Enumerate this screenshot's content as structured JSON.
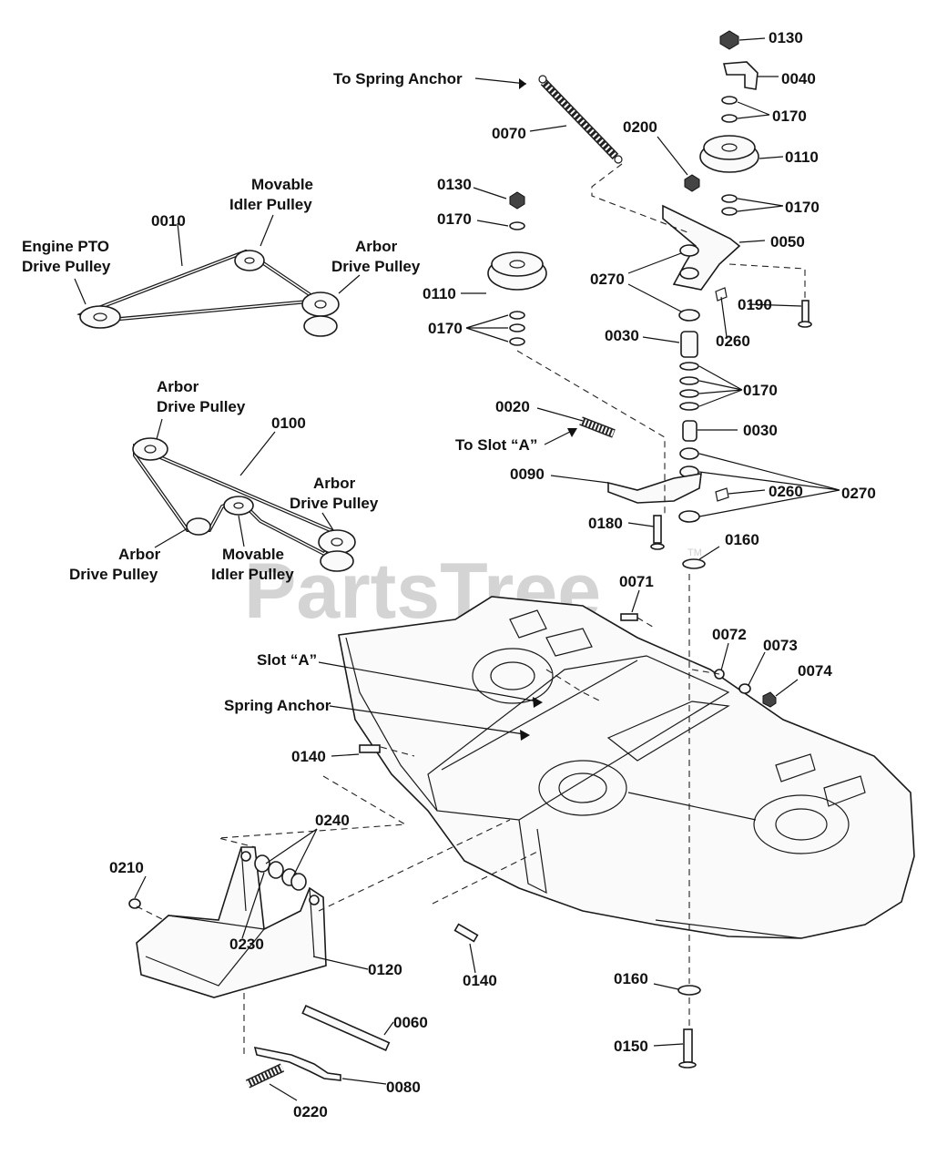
{
  "watermark": {
    "text": "PartsTree",
    "trademark": "TM"
  },
  "annotations": {
    "to_spring_anchor": "To Spring Anchor",
    "engine_pto_drive_pulley": [
      "Engine PTO",
      "Drive Pulley"
    ],
    "movable_idler_pulley_a": [
      "Movable",
      "Idler Pulley"
    ],
    "arbor_drive_pulley_a": [
      "Arbor",
      "Drive Pulley"
    ],
    "arbor_drive_pulley_b": [
      "Arbor",
      "Drive Pulley"
    ],
    "arbor_drive_pulley_c": [
      "Arbor",
      "Drive Pulley"
    ],
    "arbor_drive_pulley_d": [
      "Arbor",
      "Drive Pulley"
    ],
    "movable_idler_pulley_b": [
      "Movable",
      "Idler Pulley"
    ],
    "to_slot_a": "To Slot “A”",
    "slot_a": "Slot “A”",
    "spring_anchor": "Spring Anchor"
  },
  "part_labels": {
    "p0130_top": "0130",
    "p0040": "0040",
    "p0170_a": "0170",
    "p0110_right": "0110",
    "p0170_b": "0170",
    "p0050": "0050",
    "p0190": "0190",
    "p0260_a": "0260",
    "p0070": "0070",
    "p0200": "0200",
    "p0130_left": "0130",
    "p0170_left_top": "0170",
    "p0110_left": "0110",
    "p0170_left_bottom": "0170",
    "p0270_a": "0270",
    "p0030_a": "0030",
    "p0170_c": "0170",
    "p0030_b": "0030",
    "p0010": "0010",
    "p0100": "0100",
    "p0020": "0020",
    "p0090": "0090",
    "p0260_b": "0260",
    "p0270_b": "0270",
    "p0180": "0180",
    "p0160_top": "0160",
    "p0071": "0071",
    "p0072": "0072",
    "p0073": "0073",
    "p0074": "0074",
    "p0140_a": "0140",
    "p0240": "0240",
    "p0210": "0210",
    "p0230": "0230",
    "p0120": "0120",
    "p0140_b": "0140",
    "p0060": "0060",
    "p0080": "0080",
    "p0220": "0220",
    "p0160_bottom": "0160",
    "p0150": "0150"
  }
}
